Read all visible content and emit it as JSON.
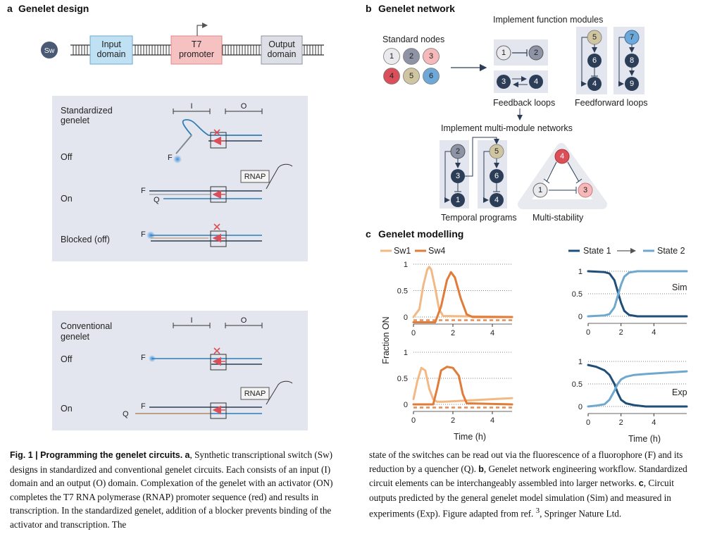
{
  "panel_a": {
    "title_letter": "a",
    "title": "Genelet design",
    "sw": "Sw",
    "input_domain": [
      "Input",
      "domain"
    ],
    "promoter": [
      "T7",
      "promoter"
    ],
    "output_domain": [
      "Output",
      "domain"
    ],
    "standardized": {
      "label": [
        "Standardized",
        "genelet"
      ],
      "domain_i": "I",
      "domain_o": "O",
      "states": [
        "Off",
        "On",
        "Blocked (off)"
      ],
      "f": "F",
      "q": "Q",
      "rnap": "RNAP"
    },
    "conventional": {
      "label": [
        "Conventional",
        "genelet"
      ],
      "domain_i": "I",
      "domain_o": "O",
      "states": [
        "Off",
        "On"
      ],
      "f": "F",
      "q": "Q",
      "rnap": "RNAP"
    }
  },
  "panel_b": {
    "title_letter": "b",
    "title": "Genelet network",
    "standard_nodes": "Standard nodes",
    "implement_function": "Implement function modules",
    "feedback_loops": "Feedback loops",
    "feedforward_loops": "Feedforward loops",
    "implement_multi": "Implement multi-module networks",
    "temporal_programs": "Temporal programs",
    "multi_stability": "Multi-stability",
    "nodes": [
      {
        "n": "1",
        "color": "#e9e9ee"
      },
      {
        "n": "2",
        "color": "#8e94a6"
      },
      {
        "n": "3",
        "color": "#f4b9b8"
      },
      {
        "n": "4",
        "color": "#d9505a"
      },
      {
        "n": "5",
        "color": "#cfc6a1"
      },
      {
        "n": "6",
        "color": "#6ea8d8"
      }
    ]
  },
  "panel_c": {
    "title_letter": "c",
    "title": "Genelet modelling",
    "legend_left": [
      "Sw1",
      "Sw4"
    ],
    "legend_right": [
      "State 1",
      "State 2"
    ],
    "ylabel": "Fraction ON",
    "xlabel": "Time (h)",
    "sim": "Sim",
    "exp": "Exp"
  },
  "chart_data": [
    {
      "type": "line",
      "title": "",
      "ylabel": "Fraction ON",
      "xlabel": "",
      "xlim": [
        0,
        5
      ],
      "ylim": [
        0,
        1
      ],
      "xticks": [
        "0",
        "2",
        "4"
      ],
      "yticks": [
        "0",
        "0.5",
        "1"
      ],
      "series": [
        {
          "name": "Sw1",
          "color": "#f2b984",
          "x": [
            0,
            0.3,
            0.5,
            0.7,
            0.8,
            0.9,
            1.1,
            1.3,
            1.5,
            5
          ],
          "y": [
            0,
            0.15,
            0.6,
            0.9,
            0.95,
            0.9,
            0.55,
            0.15,
            0.02,
            0
          ]
        },
        {
          "name": "Sw4",
          "color": "#e07b39",
          "x": [
            0,
            1.1,
            1.4,
            1.7,
            1.9,
            2.1,
            2.4,
            2.7,
            3.0,
            5
          ],
          "y": [
            -0.1,
            -0.1,
            0.2,
            0.7,
            0.85,
            0.75,
            0.35,
            0.05,
            0,
            0
          ]
        }
      ]
    },
    {
      "type": "line",
      "title": "",
      "ylabel": "Fraction ON",
      "xlabel": "Time (h)",
      "xlim": [
        0,
        5
      ],
      "ylim": [
        0,
        1
      ],
      "xticks": [
        "0",
        "2",
        "4"
      ],
      "yticks": [
        "0",
        "0.5",
        "1"
      ],
      "series": [
        {
          "name": "Sw1",
          "color": "#f2b984",
          "x": [
            0,
            0.2,
            0.4,
            0.6,
            0.8,
            1.0,
            1.2,
            1.5,
            5
          ],
          "y": [
            0.1,
            0.45,
            0.7,
            0.65,
            0.3,
            0.1,
            0.05,
            0.05,
            0.12
          ]
        },
        {
          "name": "Sw4",
          "color": "#e07b39",
          "x": [
            0,
            1.0,
            1.2,
            1.4,
            1.7,
            2.0,
            2.3,
            2.5,
            2.7,
            5
          ],
          "y": [
            0,
            0,
            0.3,
            0.65,
            0.72,
            0.7,
            0.55,
            0.2,
            0.02,
            0
          ]
        }
      ]
    },
    {
      "type": "line",
      "title": "",
      "xlabel": "",
      "xlim": [
        0,
        6
      ],
      "ylim": [
        0,
        1
      ],
      "xticks": [
        "0",
        "2",
        "4"
      ],
      "yticks": [
        "0",
        "0.5",
        "1"
      ],
      "series": [
        {
          "name": "State 1",
          "color": "#1f4e79",
          "x": [
            0,
            1.0,
            1.3,
            1.6,
            1.8,
            2.0,
            2.2,
            2.5,
            3.0,
            6
          ],
          "y": [
            1,
            0.98,
            0.95,
            0.8,
            0.55,
            0.3,
            0.12,
            0.03,
            0,
            0
          ]
        },
        {
          "name": "State 2",
          "color": "#6ea8cf",
          "x": [
            0,
            1.0,
            1.3,
            1.6,
            1.8,
            2.0,
            2.2,
            2.5,
            3.0,
            6
          ],
          "y": [
            0,
            0.02,
            0.05,
            0.2,
            0.45,
            0.7,
            0.88,
            0.97,
            1,
            1
          ]
        }
      ]
    },
    {
      "type": "line",
      "title": "",
      "xlabel": "Time (h)",
      "xlim": [
        0,
        6
      ],
      "ylim": [
        0,
        1
      ],
      "xticks": [
        "0",
        "2",
        "4"
      ],
      "yticks": [
        "0",
        "0.5",
        "1"
      ],
      "series": [
        {
          "name": "State 1",
          "color": "#1f4e79",
          "x": [
            0,
            0.5,
            1.0,
            1.3,
            1.6,
            1.8,
            2.0,
            2.3,
            2.8,
            3.5,
            6
          ],
          "y": [
            0.92,
            0.88,
            0.8,
            0.7,
            0.5,
            0.3,
            0.15,
            0.07,
            0.03,
            0.0,
            0.0
          ]
        },
        {
          "name": "State 2",
          "color": "#6ea8cf",
          "x": [
            0,
            0.5,
            1.0,
            1.3,
            1.6,
            1.8,
            2.0,
            2.3,
            2.8,
            3.5,
            6
          ],
          "y": [
            0,
            0.02,
            0.05,
            0.15,
            0.35,
            0.5,
            0.6,
            0.66,
            0.7,
            0.72,
            0.78
          ]
        }
      ]
    }
  ],
  "caption": {
    "left_bold_lead": "Fig. 1 | Programming the genelet circuits.",
    "left_a": "a",
    "left_text": ", Synthetic transcriptional switch (Sw) designs in standardized and conventional genelet circuits. Each consists of an input (I) domain and an output (O) domain. Complexation of the genelet with an activator (ON) completes the T7 RNA polymerase (RNAP) promoter sequence (red) and results in transcription. In the standardized genelet, addition of a blocker prevents binding of the activator and transcription. The",
    "right_text_1": "state of the switches can be read out via the fluorescence of a fluorophore (F) and its reduction by a quencher (Q).",
    "right_b": "b",
    "right_text_2": ", Genelet network engineering workflow. Standardized circuit elements can be interchangeably assembled into larger networks.",
    "right_c": "c",
    "right_text_3": ", Circuit outputs predicted by the general genelet model simulation (Sim) and measured in experiments (Exp). Figure adapted from ref.",
    "right_ref": "3",
    "right_text_4": ", Springer Nature Ltd."
  }
}
